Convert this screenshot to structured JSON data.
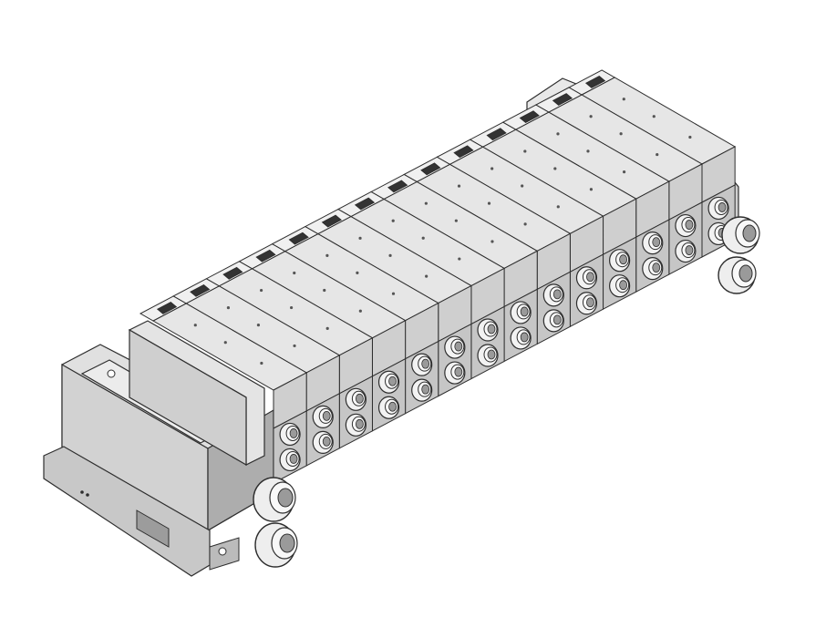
{
  "image": {
    "subject": "manifold-valve-assembly",
    "style": "grayscale-isometric-render",
    "valve_station_count": 14,
    "colors": {
      "background": "#ffffff",
      "top_face": "#e6e6e6",
      "front_face": "#cfcfcf",
      "side_face": "#a9a9a9",
      "edge": "#2e2e2e",
      "shadow": "#8a8a8a",
      "fitting_light": "#f2f2f2",
      "fitting_dark": "#9a9a9a"
    }
  }
}
